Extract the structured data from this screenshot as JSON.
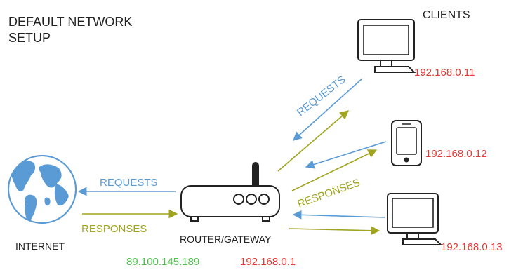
{
  "title": {
    "line1": "DEFAULT NETWORK",
    "line2": "SETUP"
  },
  "clients_label": "CLIENTS",
  "internet": {
    "label": "INTERNET",
    "icon": "globe-icon"
  },
  "router": {
    "label": "ROUTER/GATEWAY",
    "icon": "router-icon",
    "public_ip": "89.100.145.189",
    "private_ip": "192.168.0.1"
  },
  "clients": [
    {
      "icon": "desktop-monitor-icon",
      "ip": "192.168.0.11"
    },
    {
      "icon": "phone-icon",
      "ip": "192.168.0.12"
    },
    {
      "icon": "desktop-monitor-icon",
      "ip": "192.168.0.13"
    }
  ],
  "flows": {
    "internet_requests": "REQUESTS",
    "internet_responses": "RESPONSES",
    "client_requests": "REQUESTS",
    "client_responses": "RESPONSES"
  },
  "colors": {
    "text": "#222222",
    "ip_private": "#e03a33",
    "ip_public": "#4cc24c",
    "requests": "#5b9bd5",
    "responses": "#a0a41e",
    "globe": "#5b9bd5",
    "device_stroke": "#222222"
  }
}
